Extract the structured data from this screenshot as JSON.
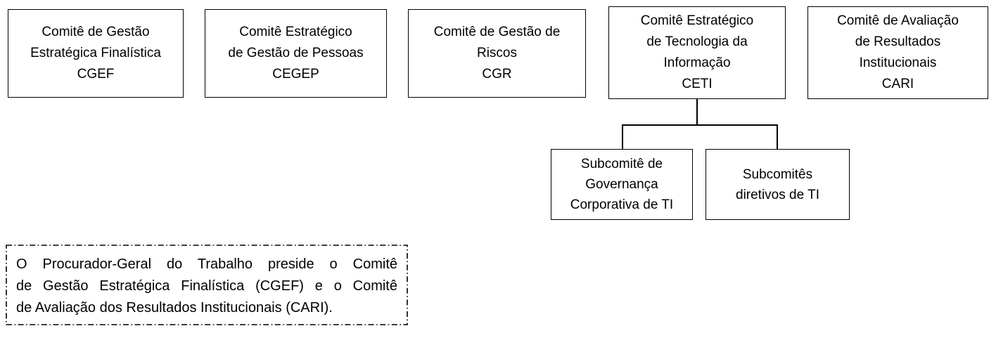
{
  "diagram": {
    "colors": {
      "border": "#000000",
      "text": "#000000",
      "background": "#ffffff"
    },
    "committees": [
      {
        "acronym": "CGEF",
        "name": "Comitê de Gestão Estratégica Finalística",
        "lines": [
          "Comitê de Gestão",
          "Estratégica Finalística",
          "CGEF"
        ]
      },
      {
        "acronym": "CEGEP",
        "name": "Comitê Estratégico de Gestão de Pessoas",
        "lines": [
          "Comitê Estratégico",
          "de Gestão de Pessoas",
          "CEGEP"
        ]
      },
      {
        "acronym": "CGR",
        "name": "Comitê de Gestão de Riscos",
        "lines": [
          "Comitê de Gestão de",
          "Riscos",
          "CGR"
        ]
      },
      {
        "acronym": "CETI",
        "name": "Comitê Estratégico de Tecnologia da Informação",
        "lines": [
          "Comitê Estratégico",
          "de Tecnologia da",
          "Informação",
          "CETI"
        ]
      },
      {
        "acronym": "CARI",
        "name": "Comitê de Avaliação de Resultados Institucionais",
        "lines": [
          "Comitê de Avaliação",
          "de Resultados",
          "Institucionais",
          "CARI"
        ]
      }
    ],
    "subcommittees": [
      {
        "parent": "CETI",
        "name": "Subcomitê de Governança Corporativa de TI",
        "lines": [
          "Subcomitê de",
          "Governança",
          "Corporativa de TI"
        ]
      },
      {
        "parent": "CETI",
        "name": "Subcomitês diretivos de TI",
        "lines": [
          "Subcomitês",
          "diretivos de TI"
        ]
      }
    ],
    "note": {
      "text": "O Procurador-Geral do Trabalho preside o Comitê de Gestão Estratégica Finalística (CGEF) e o Comitê de Avaliação dos Resultados Institucionais (CARI).",
      "lines": [
        "O Procurador-Geral do Trabalho preside o Comitê",
        "de Gestão Estratégica Finalística (CGEF) e o Comitê",
        "de Avaliação dos Resultados Institucionais (CARI)."
      ]
    }
  }
}
